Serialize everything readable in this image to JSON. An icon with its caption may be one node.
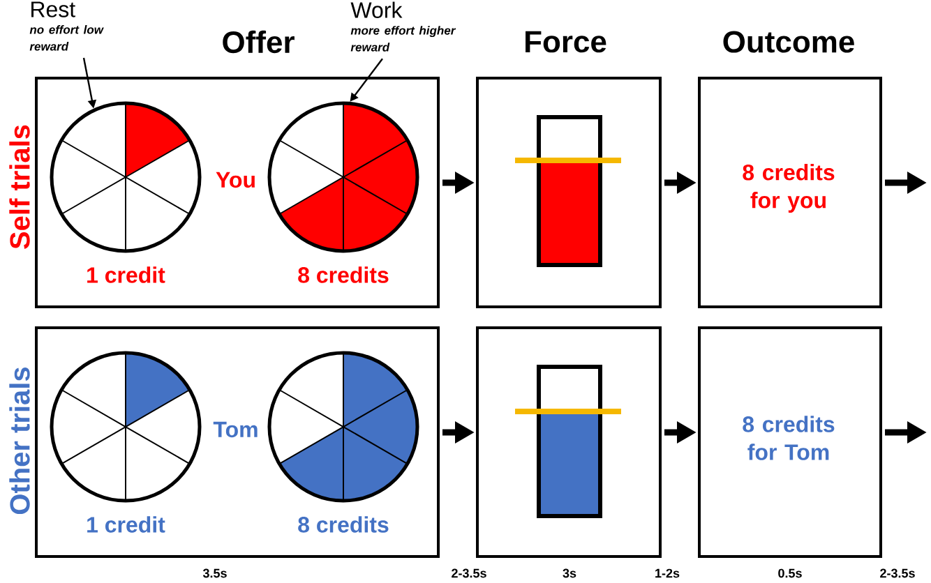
{
  "diagram": {
    "nodes": [
      {
        "text": [
          "You"
        ]
      },
      {
        "text": [],
        "shape": "circle",
        "in": 0,
        "beside": [
          "1 credit"
        ]
      },
      {
        "text": [],
        "shape": "circle",
        "in": 0,
        "beside": [
          "8 credits"
        ]
      },
      {
        "text": [],
        "shape": "box"
      },
      {
        "text": [
          "8 credits for you"
        ]
      },
      {
        "text": [
          "Tom"
        ]
      },
      {
        "text": [],
        "shape": "circle",
        "in": 5,
        "beside": [
          "1 credit"
        ]
      },
      {
        "text": [],
        "shape": "circle",
        "in": 5,
        "beside": [
          "8 credits"
        ]
      },
      {
        "text": [],
        "shape": "box"
      },
      {
        "text": [
          "8 credits for Tom"
        ]
      },
      {
        "text": [
          "Rest",
          "no effort low reward"
        ]
      },
      {
        "text": [
          "Work",
          "more effort higher reward"
        ]
      }
    ],
    "edges": [
      {
        "from": 10,
        "to": 1,
        "arrow": "to"
      },
      {
        "from": 11,
        "to": 2,
        "arrow": "to"
      },
      {
        "from": 0,
        "to": 3,
        "arrow": "to"
      },
      {
        "from": 3,
        "to": 4,
        "arrow": "to"
      },
      {
        "from": 4,
        "to": null,
        "arrow": "to"
      },
      {
        "from": 5,
        "to": 8,
        "arrow": "to"
      },
      {
        "from": 8,
        "to": 9,
        "arrow": "to"
      },
      {
        "from": 9,
        "to": null,
        "arrow": "to"
      }
    ],
    "labels": [
      "Offer",
      "Force",
      "Outcome",
      "Self trials",
      "Other trials",
      "3.5s",
      "2-3.5s",
      "3s",
      "1-2s",
      "0.5s",
      "2-3.5s"
    ]
  }
}
